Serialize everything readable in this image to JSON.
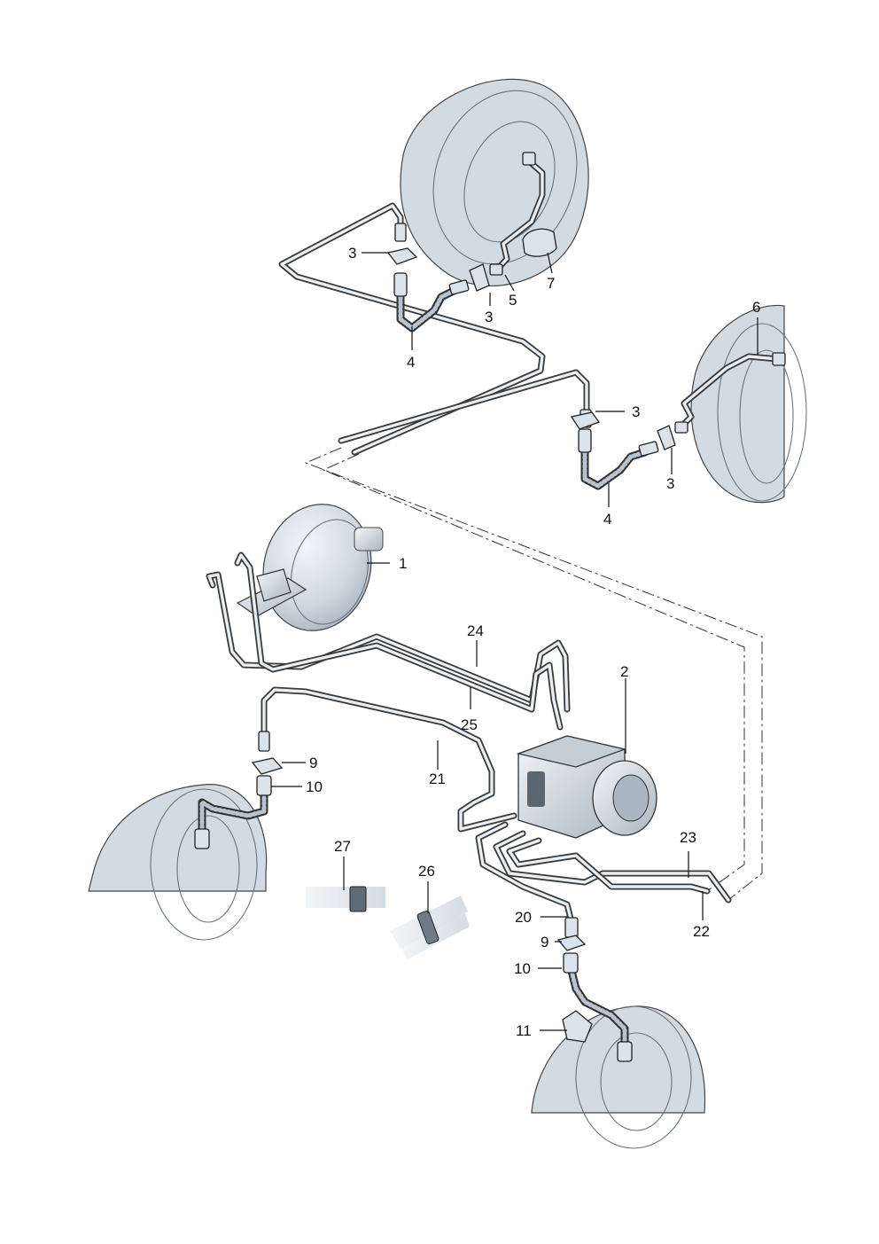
{
  "diagram": {
    "callouts": [
      {
        "id": "c1",
        "label": "1"
      },
      {
        "id": "c2",
        "label": "2"
      },
      {
        "id": "c3a",
        "label": "3"
      },
      {
        "id": "c3b",
        "label": "3"
      },
      {
        "id": "c3c",
        "label": "3"
      },
      {
        "id": "c3d",
        "label": "3"
      },
      {
        "id": "c4a",
        "label": "4"
      },
      {
        "id": "c4b",
        "label": "4"
      },
      {
        "id": "c5",
        "label": "5"
      },
      {
        "id": "c6",
        "label": "6"
      },
      {
        "id": "c7",
        "label": "7"
      },
      {
        "id": "c9a",
        "label": "9"
      },
      {
        "id": "c9b",
        "label": "9"
      },
      {
        "id": "c10a",
        "label": "10"
      },
      {
        "id": "c10b",
        "label": "10"
      },
      {
        "id": "c11",
        "label": "11"
      },
      {
        "id": "c20",
        "label": "20"
      },
      {
        "id": "c21",
        "label": "21"
      },
      {
        "id": "c22",
        "label": "22"
      },
      {
        "id": "c23",
        "label": "23"
      },
      {
        "id": "c24",
        "label": "24"
      },
      {
        "id": "c25",
        "label": "25"
      },
      {
        "id": "c26",
        "label": "26"
      },
      {
        "id": "c27",
        "label": "27"
      }
    ],
    "colors": {
      "line": "#3a3a3a",
      "part_fill": "#d3dbe2",
      "background": "#ffffff"
    }
  }
}
